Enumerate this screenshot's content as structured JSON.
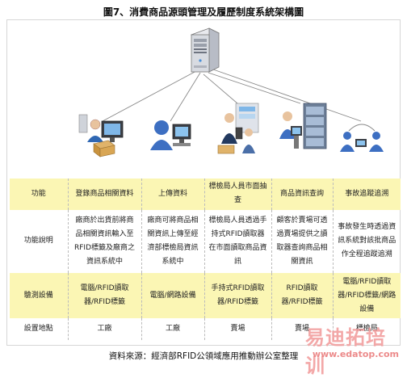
{
  "title": "圖7、消費商品源頭管理及履歷制度系統架構圖",
  "row_headers": [
    "功能",
    "功能說明",
    "驗測設備",
    "設置地點"
  ],
  "columns": [
    {
      "function": "登錄商品相關資料",
      "description": "廠商於出貨前將商品相關資訊輸入至RFID標籤及廠商之資訊系統中",
      "device": "電腦/RFID讀取器/RFID標籤",
      "location": "工廠"
    },
    {
      "function": "上傳資料",
      "description": "廠商可將商品相關資訊上傳至經濟部標檢局資訊系統中",
      "device": "電腦/網路設備",
      "location": "工廠"
    },
    {
      "function": "標檢局人員市面抽查",
      "description": "標檢局人員透過手持式RFID讀取器在市面讀取商品資訊",
      "device": "手持式RFID讀取器/RFID標籤",
      "location": "賣場"
    },
    {
      "function": "商品資訊查詢",
      "description": "顧客於賣場可透過賣場提供之讀取器查詢商品相關資訊",
      "device": "RFID讀取器/RFID標籤",
      "location": "賣場"
    },
    {
      "function": "事故追蹤追溯",
      "description": "事故發生時透過資訊系統對該批商品作全程追蹤追溯",
      "device": "電腦/RFID讀取器/RFID標籤/網路設備",
      "location": "標檢局"
    }
  ],
  "source": "資料來源：經濟部RFID公領域應用推動辦公室整理",
  "watermark": {
    "text_cn": "易迪拓培训",
    "url": "www.edatop.com"
  },
  "colors": {
    "row_highlight": "#fbf6b4",
    "line": "#888888",
    "watermark": "#f29a9a"
  },
  "icons": [
    "server-icon",
    "factory-computer-icon",
    "user-computer-icon",
    "handheld-reader-icon",
    "store-kiosk-icon",
    "network-users-icon"
  ]
}
